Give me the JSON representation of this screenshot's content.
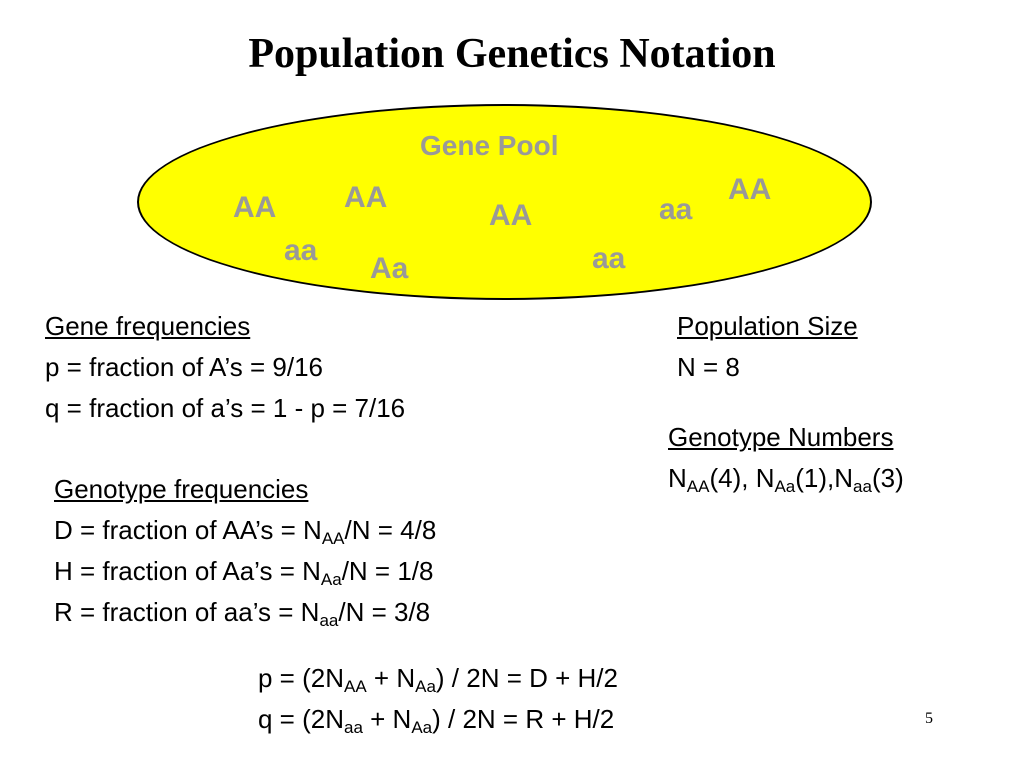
{
  "title": "Population Genetics Notation",
  "gene_pool": {
    "label": "Gene Pool",
    "genotypes": [
      "AA",
      "AA",
      "AA",
      "aa",
      "AA",
      "aa",
      "Aa",
      "aa"
    ]
  },
  "gene_frequencies": {
    "heading": "Gene frequencies",
    "p_line": "p = fraction of A’s  = 9/16",
    "q_line": "q = fraction of a’s = 1 - p = 7/16"
  },
  "population_size": {
    "heading": "Population Size",
    "n_line": "N = 8"
  },
  "genotype_numbers": {
    "heading": "Genotype Numbers",
    "line": {
      "n": "N",
      "sub1": "AA",
      "v1": "(4), N",
      "sub2": "Aa",
      "v2": "(1),N",
      "sub3": "aa",
      "v3": "(3)"
    }
  },
  "genotype_frequencies": {
    "heading": "Genotype frequencies",
    "d_line": {
      "pre": "D = fraction of AA’s = N",
      "sub": "AA",
      "post": "/N = 4/8"
    },
    "h_line": {
      "pre": "H = fraction of Aa’s = N",
      "sub": "Aa",
      "post": "/N = 1/8"
    },
    "r_line": {
      "pre": "R = fraction of aa’s  = N",
      "sub": "aa",
      "post": "/N = 3/8"
    }
  },
  "formulas": {
    "p": {
      "a": "p = (2N",
      "s1": "AA",
      "b": " + N",
      "s2": "Aa",
      "c": ") / 2N = D + H/2"
    },
    "q": {
      "a": "q = (2N",
      "s1": "aa",
      "b": " + N",
      "s2": "Aa",
      "c": ") / 2N  = R + H/2"
    }
  },
  "slide_number": "5"
}
